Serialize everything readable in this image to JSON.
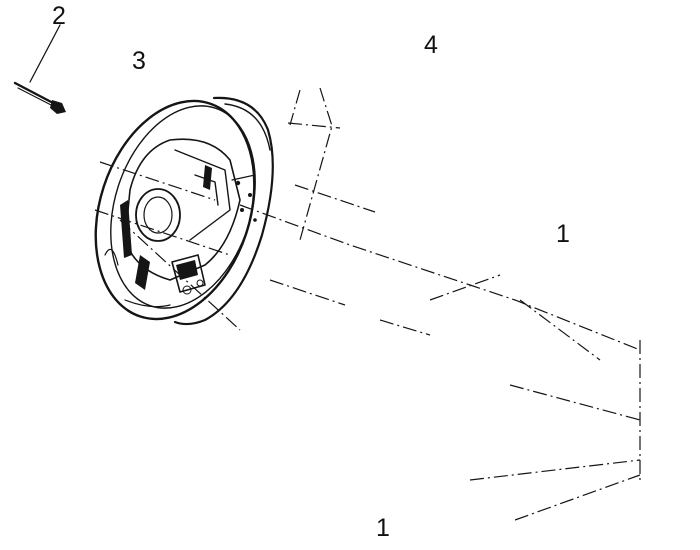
{
  "callouts": {
    "c2": "2",
    "c3": "3",
    "c4": "4",
    "c1_top": "1",
    "c1_bottom": "1"
  }
}
